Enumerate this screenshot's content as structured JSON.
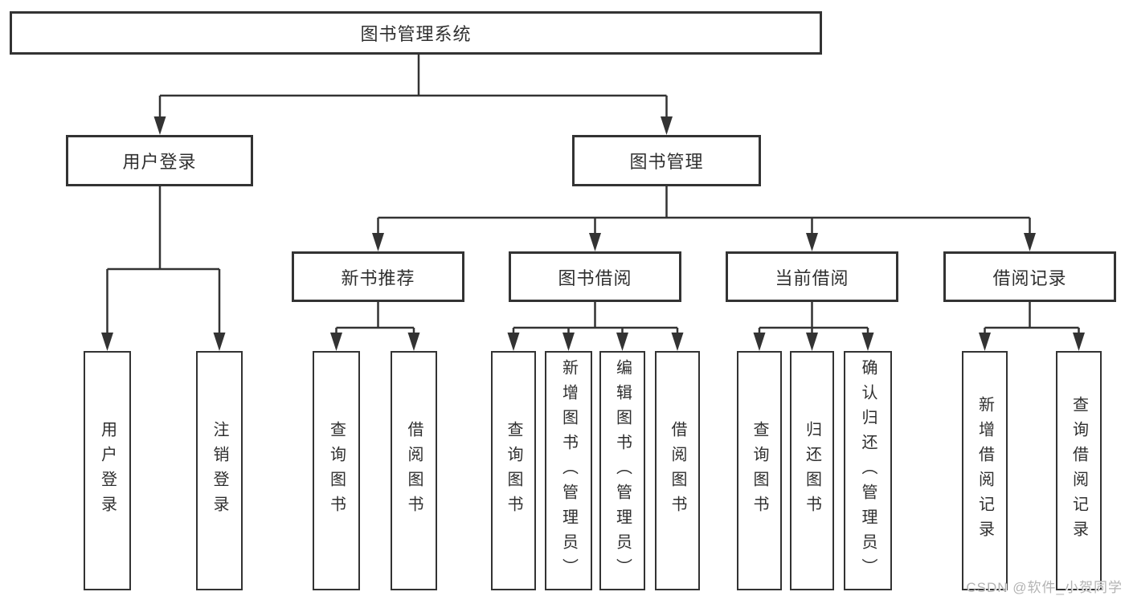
{
  "diagram": {
    "tree": {
      "root": {
        "label": "图书管理系统"
      },
      "branches": [
        {
          "label": "用户登录",
          "children": [
            {
              "label": "用户登录"
            },
            {
              "label": "注销登录"
            }
          ]
        },
        {
          "label": "图书管理",
          "children": [
            {
              "label": "新书推荐",
              "children": [
                {
                  "label": "查询图书"
                },
                {
                  "label": "借阅图书"
                }
              ]
            },
            {
              "label": "图书借阅",
              "children": [
                {
                  "label": "查询图书"
                },
                {
                  "label": "新增图书（管理员）"
                },
                {
                  "label": "编辑图书（管理员）"
                },
                {
                  "label": "借阅图书"
                }
              ]
            },
            {
              "label": "当前借阅",
              "children": [
                {
                  "label": "查询图书"
                },
                {
                  "label": "归还图书"
                },
                {
                  "label": "确认归还（管理员）"
                }
              ]
            },
            {
              "label": "借阅记录",
              "children": [
                {
                  "label": "新增借阅记录"
                },
                {
                  "label": "查询借阅记录"
                }
              ]
            }
          ]
        }
      ]
    },
    "colors": {
      "line": "#333333",
      "box_border": "#333333",
      "text": "#2f2f2f",
      "watermark": "#b3b3b3"
    }
  },
  "watermark": {
    "text": "CSDN @软件_小贺同学"
  }
}
